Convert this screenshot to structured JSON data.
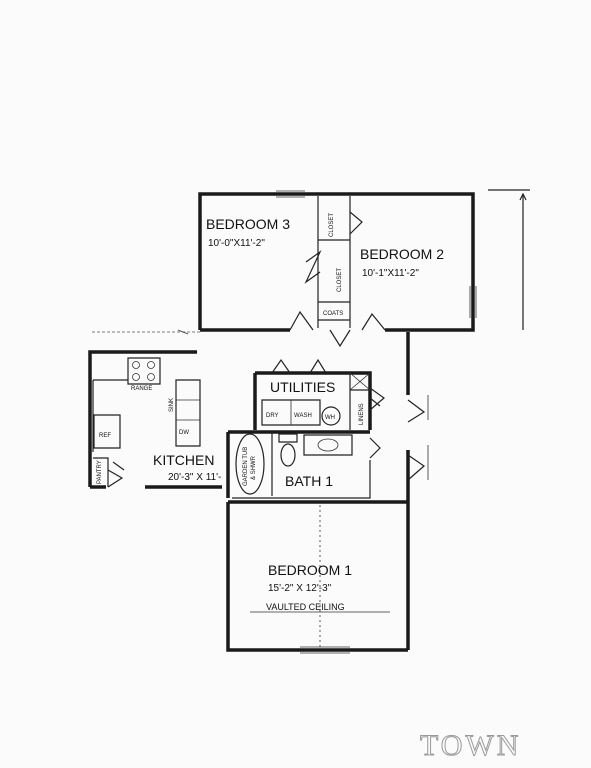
{
  "rooms": {
    "bedroom3": {
      "name": "BEDROOM 3",
      "size": "10'-0\"X11'-2\""
    },
    "bedroom2": {
      "name": "BEDROOM 2",
      "size": "10'-1\"X11'-2\""
    },
    "kitchen": {
      "name": "KITCHEN",
      "size": "20'-3\" X 11'-"
    },
    "utilities": {
      "name": "UTILITIES"
    },
    "bath1": {
      "name": "BATH 1"
    },
    "bedroom1": {
      "name": "BEDROOM 1",
      "size": "15'-2\" X 12'-3\"",
      "note": "VAULTED CEILING"
    }
  },
  "fixtures": {
    "closet_a": "CLOSET",
    "closet_b": "CLOSET",
    "coats": "COATS",
    "linens": "LINENS",
    "range": "RANGE",
    "sink": "SINK",
    "dw": "DW",
    "ref": "REF",
    "pantry": "PANTRY",
    "dry": "DRY",
    "wash": "WASH",
    "wh": "WH",
    "tub_line1": "GARDEN TUB",
    "tub_line2": "& SHWR"
  },
  "watermark": "TOWN"
}
